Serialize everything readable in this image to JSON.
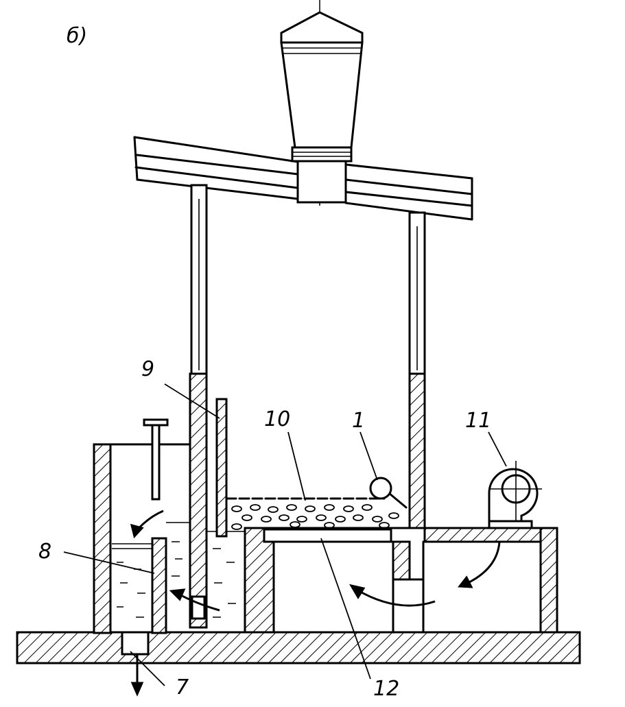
{
  "figure_label": "б)",
  "callouts": [
    {
      "id": "1",
      "text": "1"
    },
    {
      "id": "7",
      "text": "7"
    },
    {
      "id": "8",
      "text": "8"
    },
    {
      "id": "9",
      "text": "9"
    },
    {
      "id": "10",
      "text": "10"
    },
    {
      "id": "11",
      "text": "11"
    },
    {
      "id": "12",
      "text": "12"
    }
  ]
}
